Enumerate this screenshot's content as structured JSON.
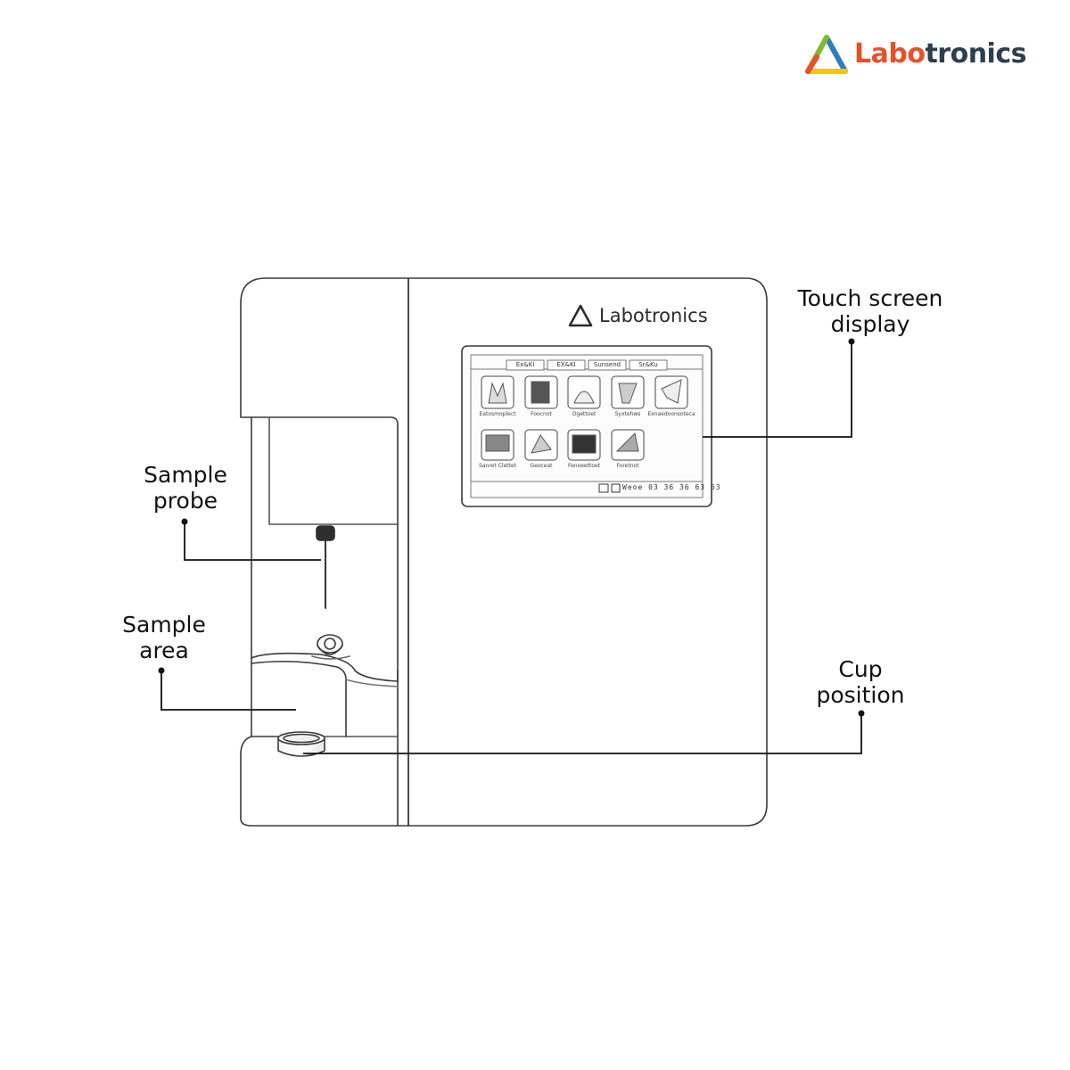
{
  "brand": {
    "name_part1": "Labo",
    "name_part2": "tronics",
    "colors": {
      "orange": "#e6512b",
      "green": "#7dbb2f",
      "blue": "#2a7fc1",
      "yellow": "#f3c31b",
      "dark": "#2c3e50"
    }
  },
  "device": {
    "brand_label": "Labotronics",
    "screen": {
      "tabs": [
        "Ex&Ki",
        "EX&KI",
        "Sunsend",
        "Sr&Ku"
      ],
      "apps_row1": [
        "Eatosmoplect",
        "Foocnot",
        "Ogettoet",
        "Syxtehws",
        "Exnaedoonsoteca"
      ],
      "apps_row2": [
        "Sanret Clettet",
        "Geoceat",
        "Fenoeettoet",
        "Foretnot"
      ],
      "status_text": "Weoe 03 36 36 63 63"
    }
  },
  "callouts": {
    "touch_screen": [
      "Touch screen",
      "display"
    ],
    "sample_probe": [
      "Sample",
      "probe"
    ],
    "sample_area": [
      "Sample",
      "area"
    ],
    "cup_position": [
      "Cup",
      "position"
    ]
  }
}
